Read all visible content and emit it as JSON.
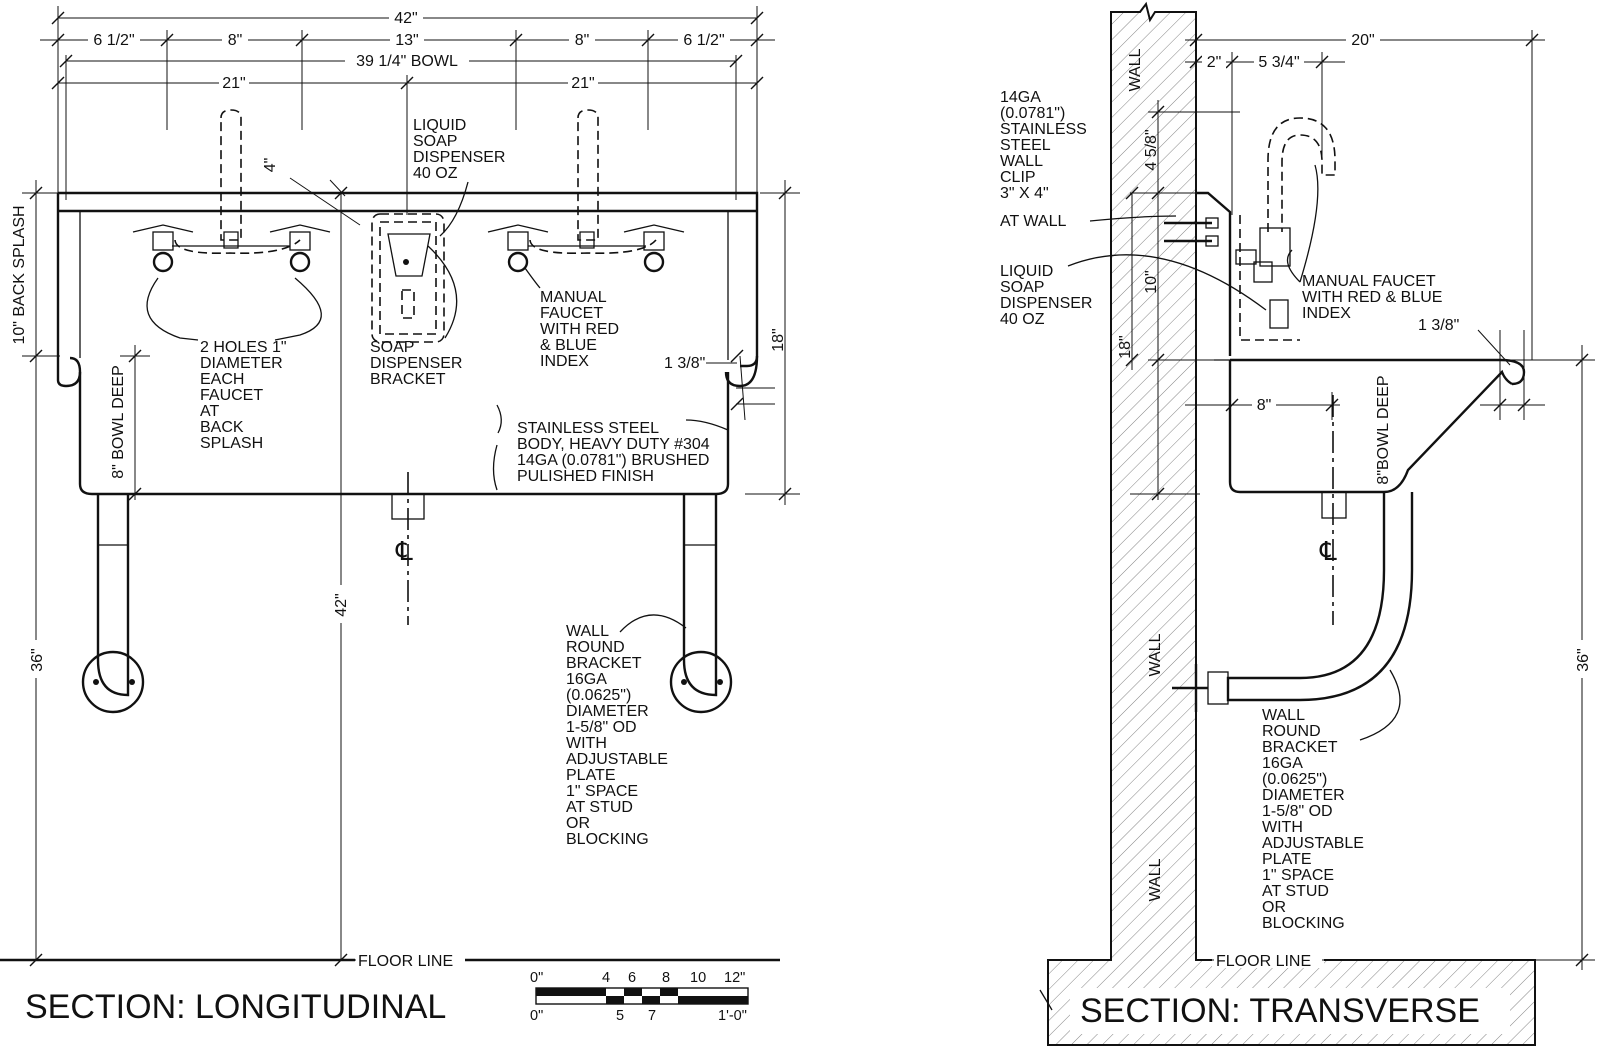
{
  "longitudinal": {
    "title": "SECTION: LONGITUDINAL",
    "dims": {
      "overall": "42\"",
      "seg1": "6 1/2\"",
      "seg2": "8\"",
      "seg3": "13\"",
      "seg4": "8\"",
      "seg5": "6 1/2\"",
      "bowl": "39 1/4\" BOWL",
      "half_left": "21\"",
      "half_right": "21\"",
      "backsplash_offset": "4\"",
      "backsplash": "10\" BACK SPLASH",
      "bowl_deep": "8\" BOWL DEEP",
      "height_36": "36\"",
      "height_42": "42\"",
      "height_18": "18\"",
      "rim": "1 3/8\""
    },
    "notes": {
      "holes": [
        "2 HOLES 1\"",
        "DIAMETER",
        "EACH",
        "FAUCET",
        "AT",
        "BACK",
        "SPLASH"
      ],
      "soap_dispenser": [
        "LIQUID",
        "SOAP",
        "DISPENSER",
        "40 OZ"
      ],
      "soap_bracket": [
        "SOAP",
        "DISPENSER",
        "BRACKET"
      ],
      "faucet": [
        "MANUAL",
        "FAUCET",
        "WITH RED",
        "& BLUE",
        "INDEX"
      ],
      "body": [
        "STAINLESS STEEL",
        "BODY, HEAVY DUTY #304",
        "14GA (0.0781\") BRUSHED",
        "PULISHED FINISH"
      ],
      "bracket": [
        "WALL",
        "ROUND",
        "BRACKET",
        "16GA",
        "(0.0625\")",
        "DIAMETER",
        "1-5/8\" OD",
        "WITH",
        "ADJUSTABLE",
        "PLATE",
        "1\" SPACE",
        "AT STUD",
        "OR",
        "BLOCKING"
      ],
      "floor_line": "FLOOR LINE"
    }
  },
  "transverse": {
    "title": "SECTION: TRANSVERSE",
    "dims": {
      "depth": "20\"",
      "wall_gap": "2\"",
      "faucet_reach": "5 3/4\"",
      "clip_height": "4 5/8\"",
      "splash_height": "10\"",
      "height_18": "18\"",
      "bowl_front": "8\"",
      "bowl_deep": "8\"BOWL DEEP",
      "height_36": "36\"",
      "rim": "1 3/8\""
    },
    "notes": {
      "clip": [
        "14GA",
        "(0.0781\")",
        "STAINLESS",
        "STEEL",
        "WALL",
        "CLIP",
        "3\" X 4\"",
        "AT WALL"
      ],
      "soap": [
        "LIQUID",
        "SOAP",
        "DISPENSER",
        "40 OZ"
      ],
      "faucet": [
        "MANUAL FAUCET",
        "WITH RED & BLUE",
        "INDEX"
      ],
      "bracket": [
        "WALL",
        "ROUND",
        "BRACKET",
        "16GA",
        "(0.0625\")",
        "DIAMETER",
        "1-5/8\" OD",
        "WITH",
        "ADJUSTABLE",
        "PLATE",
        "1\" SPACE",
        "AT STUD",
        "OR",
        "BLOCKING"
      ],
      "wall_labels": [
        "WALL",
        "WALL",
        "WALL"
      ],
      "floor_line": "FLOOR LINE"
    }
  },
  "scale": {
    "top_labels": [
      "0\"",
      "4",
      "6",
      "8",
      "10",
      "12\""
    ],
    "bottom_labels": [
      "0\"",
      "5",
      "7",
      "1'-0\""
    ]
  }
}
